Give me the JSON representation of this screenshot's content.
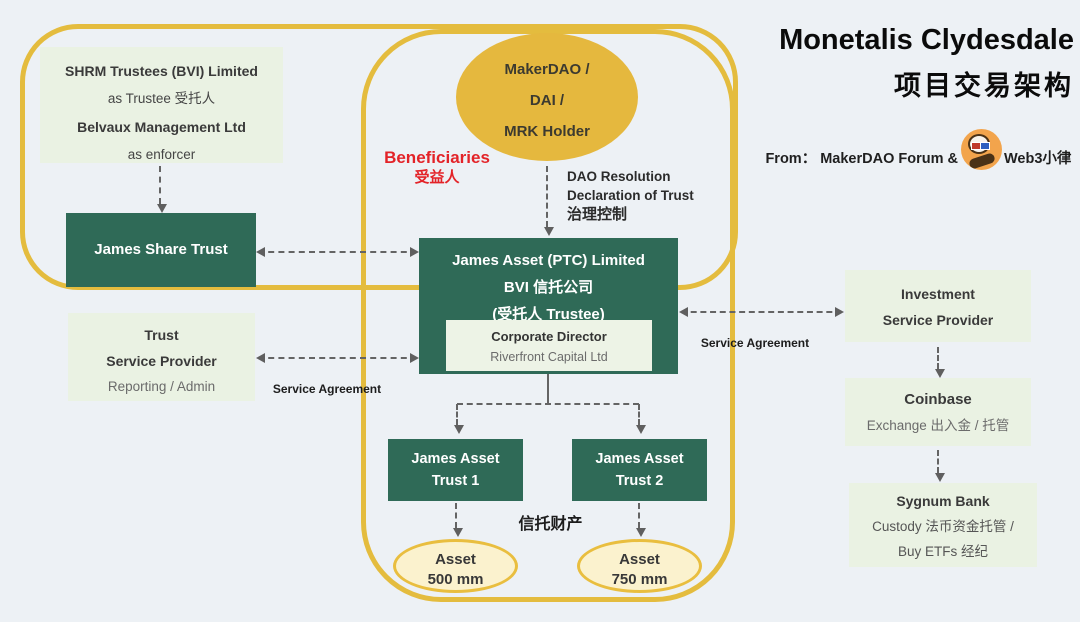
{
  "header": {
    "title_line1": "Monetalis Clydesdale",
    "title_line2": "项目交易架构",
    "source_prefix": "From：  MakerDAO Forum &",
    "source_account": "Web3小律",
    "source_icon": "web3-xiaolv-avatar"
  },
  "nodes": {
    "shrm": {
      "line1": "SHRM Trustees (BVI) Limited",
      "line2": "as Trustee 受托人",
      "line3": "Belvaux Management Ltd",
      "line4": "as enforcer"
    },
    "james_share_trust": {
      "label": "James Share Trust"
    },
    "maker_holder": {
      "line1": "MakerDAO /",
      "line2": "DAI /",
      "line3": "MRK Holder"
    },
    "beneficiaries": {
      "en": "Beneficiaries",
      "zh": "受益人"
    },
    "governance": {
      "line1": "DAO Resolution",
      "line2": "Declaration of Trust",
      "line3": "治理控制"
    },
    "james_asset_ptc": {
      "line1": "James Asset (PTC) Limited",
      "line2": "BVI 信托公司",
      "line3": "(受托人 Trustee)"
    },
    "corporate_director": {
      "line1": "Corporate Director",
      "line2": "Riverfront Capital Ltd"
    },
    "trust_service_provider": {
      "line1": "Trust",
      "line2": "Service Provider",
      "line3": "Reporting / Admin"
    },
    "investment_service_provider": {
      "line1": "Investment",
      "line2": "Service Provider"
    },
    "coinbase": {
      "line1": "Coinbase",
      "line2": "Exchange 出入金 / 托管"
    },
    "sygnum_bank": {
      "line1": "Sygnum Bank",
      "line2": "Custody 法币资金托管 /",
      "line3": "Buy ETFs 经纪"
    },
    "james_asset_trust_1": {
      "line1": "James Asset",
      "line2": "Trust 1"
    },
    "james_asset_trust_2": {
      "line1": "James Asset",
      "line2": "Trust 2"
    },
    "asset_500": {
      "line1": "Asset",
      "line2": "500 mm"
    },
    "asset_750": {
      "line1": "Asset",
      "line2": "750 mm"
    }
  },
  "labels": {
    "service_agreement_left": "Service Agreement",
    "service_agreement_right": "Service Agreement",
    "trust_property": "信托财产"
  },
  "colors": {
    "background": "#EDF1F5",
    "container_border": "#E4BC3E",
    "node_green": "#2F6A57",
    "node_light_green": "#EAF2E3",
    "ellipse_gold": "#E5B83E",
    "asset_fill": "#FBF2CE",
    "asset_border": "#E9BE3F",
    "beneficiaries_red": "#E32328",
    "arrow_gray": "#646464",
    "title_black": "#0B0B0B"
  }
}
